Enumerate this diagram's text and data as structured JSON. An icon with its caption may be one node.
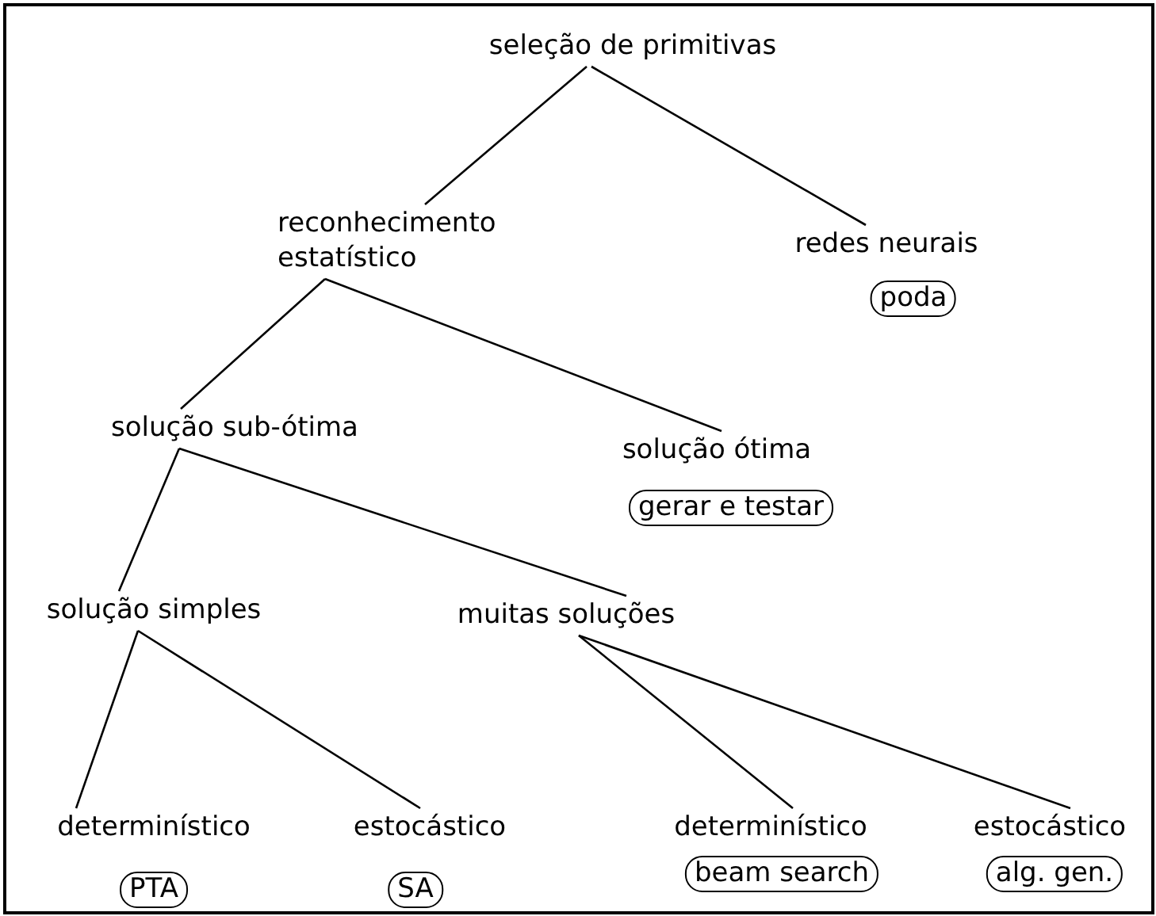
{
  "diagram": {
    "nodes": [
      {
        "text": [
          "seleção de primitivas"
        ]
      },
      {
        "text": [
          "reconhecimento estatístico"
        ]
      },
      {
        "text": [
          "redes neurais"
        ]
      },
      {
        "text": [
          "poda"
        ]
      },
      {
        "text": [
          "solução sub-ótima"
        ]
      },
      {
        "text": [
          "solução ótima"
        ]
      },
      {
        "text": [
          "gerar e testar"
        ]
      },
      {
        "text": [
          "solução simples"
        ]
      },
      {
        "text": [
          "muitas soluções"
        ]
      },
      {
        "text": [
          "determinístico"
        ]
      },
      {
        "text": [
          "PTA"
        ]
      },
      {
        "text": [
          "estocástico"
        ]
      },
      {
        "text": [
          "SA"
        ]
      },
      {
        "text": [
          "determinístico"
        ]
      },
      {
        "text": [
          "beam search"
        ]
      },
      {
        "text": [
          "estocástico"
        ]
      },
      {
        "text": [
          "alg. gen."
        ]
      }
    ],
    "edges": [
      {
        "from": 0,
        "to": 1,
        "arrow": "none"
      },
      {
        "from": 0,
        "to": 2,
        "arrow": "none"
      },
      {
        "from": 1,
        "to": 4,
        "arrow": "none"
      },
      {
        "from": 1,
        "to": 5,
        "arrow": "none"
      },
      {
        "from": 4,
        "to": 7,
        "arrow": "none"
      },
      {
        "from": 4,
        "to": 8,
        "arrow": "none"
      },
      {
        "from": 7,
        "to": 9,
        "arrow": "none"
      },
      {
        "from": 7,
        "to": 11,
        "arrow": "none"
      },
      {
        "from": 8,
        "to": 13,
        "arrow": "none"
      },
      {
        "from": 8,
        "to": 15,
        "arrow": "none"
      }
    ]
  }
}
